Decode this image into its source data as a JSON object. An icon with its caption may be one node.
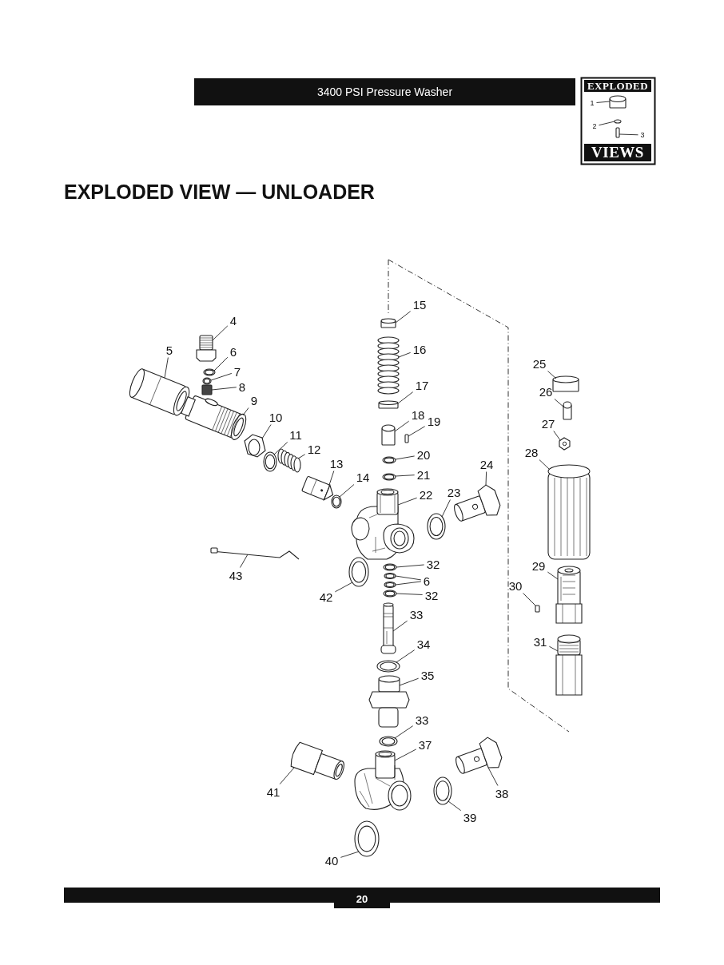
{
  "diagram": {
    "title": "EXPLODED VIEW — UNLOADER",
    "nodes": [
      {
        "text": [
          "1"
        ]
      },
      {
        "text": [
          "2"
        ]
      },
      {
        "text": [
          "3"
        ]
      },
      {
        "text": [
          "4"
        ]
      },
      {
        "text": [
          "5"
        ]
      },
      {
        "text": [
          "6"
        ]
      },
      {
        "text": [
          "7"
        ]
      },
      {
        "text": [
          "8"
        ]
      },
      {
        "text": [
          "9"
        ]
      },
      {
        "text": [
          "10"
        ]
      },
      {
        "text": [
          "11"
        ]
      },
      {
        "text": [
          "12"
        ]
      },
      {
        "text": [
          "13"
        ]
      },
      {
        "text": [
          "14"
        ]
      },
      {
        "text": [
          "15"
        ]
      },
      {
        "text": [
          "16"
        ]
      },
      {
        "text": [
          "17"
        ]
      },
      {
        "text": [
          "18"
        ]
      },
      {
        "text": [
          "19"
        ]
      },
      {
        "text": [
          "20"
        ]
      },
      {
        "text": [
          "21"
        ]
      },
      {
        "text": [
          "22"
        ]
      },
      {
        "text": [
          "23"
        ]
      },
      {
        "text": [
          "24"
        ]
      },
      {
        "text": [
          "25"
        ]
      },
      {
        "text": [
          "26"
        ]
      },
      {
        "text": [
          "27"
        ]
      },
      {
        "text": [
          "28"
        ]
      },
      {
        "text": [
          "29"
        ]
      },
      {
        "text": [
          "30"
        ]
      },
      {
        "text": [
          "31"
        ]
      },
      {
        "text": [
          "32"
        ]
      },
      {
        "text": [
          "6"
        ]
      },
      {
        "text": [
          "32"
        ]
      },
      {
        "text": [
          "33"
        ]
      },
      {
        "text": [
          "34"
        ]
      },
      {
        "text": [
          "35"
        ]
      },
      {
        "text": [
          "33"
        ]
      },
      {
        "text": [
          "37"
        ]
      },
      {
        "text": [
          "38"
        ]
      },
      {
        "text": [
          "39"
        ]
      },
      {
        "text": [
          "40"
        ]
      },
      {
        "text": [
          "41"
        ]
      },
      {
        "text": [
          "42"
        ]
      },
      {
        "text": [
          "43"
        ]
      },
      {
        "text": [],
        "shape": "cylinder"
      },
      {
        "text": [],
        "shape": "circle"
      },
      {
        "text": [],
        "shape": "box"
      },
      {
        "text": [],
        "shape": "picture"
      },
      {
        "text": [],
        "shape": "picture"
      },
      {
        "text": [],
        "shape": "circle"
      },
      {
        "text": [],
        "shape": "circle"
      },
      {
        "text": [],
        "shape": "box"
      },
      {
        "text": [],
        "shape": "picture"
      },
      {
        "text": [],
        "shape": "picture"
      },
      {
        "text": [],
        "shape": "circle"
      },
      {
        "text": [],
        "shape": "picture"
      },
      {
        "text": [],
        "shape": "picture"
      },
      {
        "text": [],
        "shape": "circle"
      },
      {
        "text": [],
        "shape": "cylinder"
      },
      {
        "text": [],
        "shape": "picture"
      },
      {
        "text": [],
        "shape": "cylinder"
      },
      {
        "text": [],
        "shape": "cylinder"
      },
      {
        "text": [],
        "shape": "box"
      },
      {
        "text": [],
        "shape": "circle"
      },
      {
        "text": [],
        "shape": "circle"
      },
      {
        "text": [],
        "shape": "picture"
      },
      {
        "text": [],
        "shape": "circle"
      },
      {
        "text": [],
        "shape": "picture"
      },
      {
        "text": [],
        "shape": "cylinder"
      },
      {
        "text": [],
        "shape": "cylinder"
      },
      {
        "text": [],
        "shape": "picture"
      },
      {
        "text": [],
        "shape": "picture"
      },
      {
        "text": [],
        "shape": "picture"
      },
      {
        "text": [],
        "shape": "box"
      },
      {
        "text": [],
        "shape": "picture"
      },
      {
        "text": [],
        "shape": "circle"
      },
      {
        "text": [],
        "shape": "circle"
      },
      {
        "text": [],
        "shape": "circle"
      },
      {
        "text": [],
        "shape": "circle"
      },
      {
        "text": [],
        "shape": "picture"
      },
      {
        "text": [],
        "shape": "circle"
      },
      {
        "text": [],
        "shape": "picture"
      },
      {
        "text": [],
        "shape": "circle"
      },
      {
        "text": [],
        "shape": "picture"
      },
      {
        "text": [],
        "shape": "picture"
      },
      {
        "text": [],
        "shape": "circle"
      },
      {
        "text": [],
        "shape": "circle"
      },
      {
        "text": [],
        "shape": "picture"
      },
      {
        "text": [],
        "shape": "circle"
      },
      {
        "text": [],
        "shape": "picture"
      }
    ],
    "edges": [
      {
        "from": 0,
        "to": 45,
        "arrow": "none"
      },
      {
        "from": 1,
        "to": 46,
        "arrow": "none"
      },
      {
        "from": 2,
        "to": 47,
        "arrow": "none"
      },
      {
        "from": 3,
        "to": 48,
        "arrow": "none"
      },
      {
        "from": 4,
        "to": 49,
        "arrow": "none"
      },
      {
        "from": 5,
        "to": 50,
        "arrow": "none"
      },
      {
        "from": 6,
        "to": 51,
        "arrow": "none"
      },
      {
        "from": 7,
        "to": 52,
        "arrow": "none"
      },
      {
        "from": 8,
        "to": 53,
        "arrow": "none"
      },
      {
        "from": 9,
        "to": 54,
        "arrow": "none"
      },
      {
        "from": 10,
        "to": 55,
        "arrow": "none"
      },
      {
        "from": 11,
        "to": 56,
        "arrow": "none"
      },
      {
        "from": 12,
        "to": 57,
        "arrow": "none"
      },
      {
        "from": 13,
        "to": 58,
        "arrow": "none"
      },
      {
        "from": 14,
        "to": 59,
        "arrow": "none"
      },
      {
        "from": 15,
        "to": 60,
        "arrow": "none"
      },
      {
        "from": 16,
        "to": 61,
        "arrow": "none"
      },
      {
        "from": 17,
        "to": 62,
        "arrow": "none"
      },
      {
        "from": 18,
        "to": 63,
        "arrow": "none"
      },
      {
        "from": 19,
        "to": 64,
        "arrow": "none"
      },
      {
        "from": 20,
        "to": 65,
        "arrow": "none"
      },
      {
        "from": 21,
        "to": 66,
        "arrow": "none"
      },
      {
        "from": 22,
        "to": 67,
        "arrow": "none"
      },
      {
        "from": 23,
        "to": 68,
        "arrow": "none"
      },
      {
        "from": 24,
        "to": 69,
        "arrow": "none"
      },
      {
        "from": 25,
        "to": 70,
        "arrow": "none"
      },
      {
        "from": 26,
        "to": 71,
        "arrow": "none"
      },
      {
        "from": 27,
        "to": 72,
        "arrow": "none"
      },
      {
        "from": 28,
        "to": 73,
        "arrow": "none"
      },
      {
        "from": 29,
        "to": 74,
        "arrow": "none"
      },
      {
        "from": 30,
        "to": 75,
        "arrow": "none"
      },
      {
        "from": 31,
        "to": 76,
        "arrow": "none"
      },
      {
        "from": 32,
        "to": 77,
        "arrow": "none"
      },
      {
        "from": 32,
        "to": 78,
        "arrow": "none"
      },
      {
        "from": 33,
        "to": 79,
        "arrow": "none"
      },
      {
        "from": 34,
        "to": 80,
        "arrow": "none"
      },
      {
        "from": 35,
        "to": 81,
        "arrow": "none"
      },
      {
        "from": 36,
        "to": 82,
        "arrow": "none"
      },
      {
        "from": 37,
        "to": 83,
        "arrow": "none"
      },
      {
        "from": 38,
        "to": 84,
        "arrow": "none"
      },
      {
        "from": 39,
        "to": 85,
        "arrow": "none"
      },
      {
        "from": 40,
        "to": 86,
        "arrow": "none"
      },
      {
        "from": 41,
        "to": 87,
        "arrow": "none"
      },
      {
        "from": 42,
        "to": 88,
        "arrow": "none"
      },
      {
        "from": 43,
        "to": 89,
        "arrow": "none"
      },
      {
        "from": 44,
        "to": 90,
        "arrow": "none"
      }
    ],
    "labels": [
      "3400 PSI Pressure Washer",
      "EXPLODED",
      "VIEWS",
      "20"
    ]
  }
}
